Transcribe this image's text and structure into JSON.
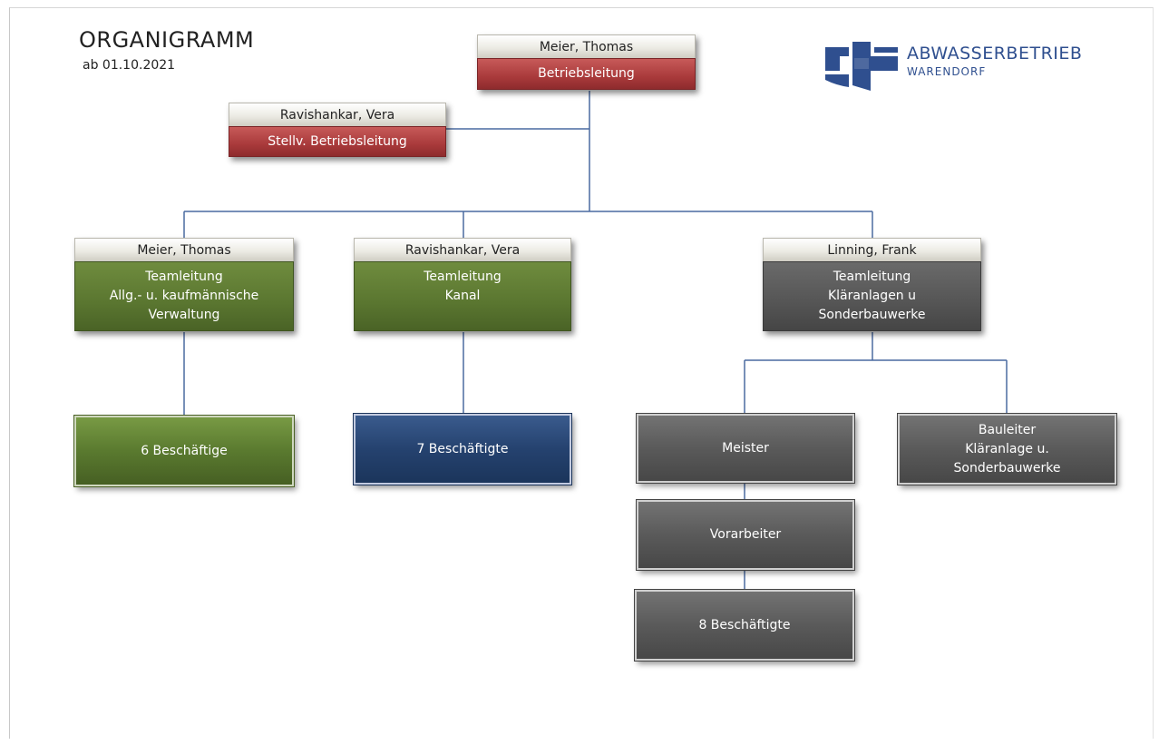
{
  "header": {
    "title": "ORGANIGRAMM",
    "subtitle": "ab 01.10.2021"
  },
  "logo": {
    "name": "ABWASSERBETRIEB",
    "sub": "WARENDORF",
    "icon": "shield-cross-logo-icon",
    "color": "#2f4f8f"
  },
  "colors": {
    "red": "#a93a3b",
    "green": "#5a7630",
    "grey": "#555555",
    "blue": "#25426f",
    "connector": "#4a6aa0"
  },
  "nodes": {
    "head": {
      "name": "Meier, Thomas",
      "role": [
        "Betriebsleitung"
      ]
    },
    "deputy": {
      "name": "Ravishankar, Vera",
      "role": [
        "Stellv. Betriebsleitung"
      ]
    },
    "team_admin": {
      "name": "Meier, Thomas",
      "role": [
        "Teamleitung",
        "Allg.- u. kaufmännische",
        "Verwaltung"
      ]
    },
    "team_kanal": {
      "name": "Ravishankar, Vera",
      "role": [
        "Teamleitung",
        "Kanal"
      ]
    },
    "team_klaer": {
      "name": "Linning, Frank",
      "role": [
        "Teamleitung",
        "Kläranlagen u",
        "Sonderbauwerke"
      ]
    }
  },
  "units": {
    "admin_staff": [
      "6 Beschäftige"
    ],
    "kanal_staff": [
      "7 Beschäftigte"
    ],
    "meister": [
      "Meister"
    ],
    "bauleiter": [
      "Bauleiter",
      "Kläranlage u.",
      "Sonderbauwerke"
    ],
    "vorarbeiter": [
      "Vorarbeiter"
    ],
    "klaer_staff": [
      "8 Beschäftigte"
    ]
  }
}
